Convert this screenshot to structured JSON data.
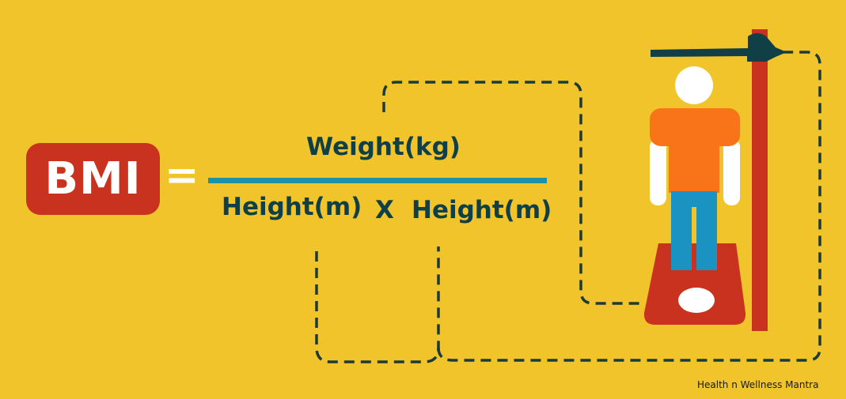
{
  "badge": {
    "label": "BMI"
  },
  "equals_sign": "=",
  "formula": {
    "numerator": "Weight(kg)",
    "denominator_left": "Height(m)",
    "operator": "X",
    "denominator_right": "Height(m)"
  },
  "credit": "Health n Wellness Mantra",
  "colors": {
    "background": "#f0c42a",
    "badge": "#c8321e",
    "text": "#103f46",
    "fraction_bar": "#1a93a8",
    "shirt": "#f97418",
    "pants": "#1a93c2",
    "scale": "#c8321e",
    "stadiometer_pole": "#c8321e",
    "stadiometer_arm": "#103f46"
  }
}
